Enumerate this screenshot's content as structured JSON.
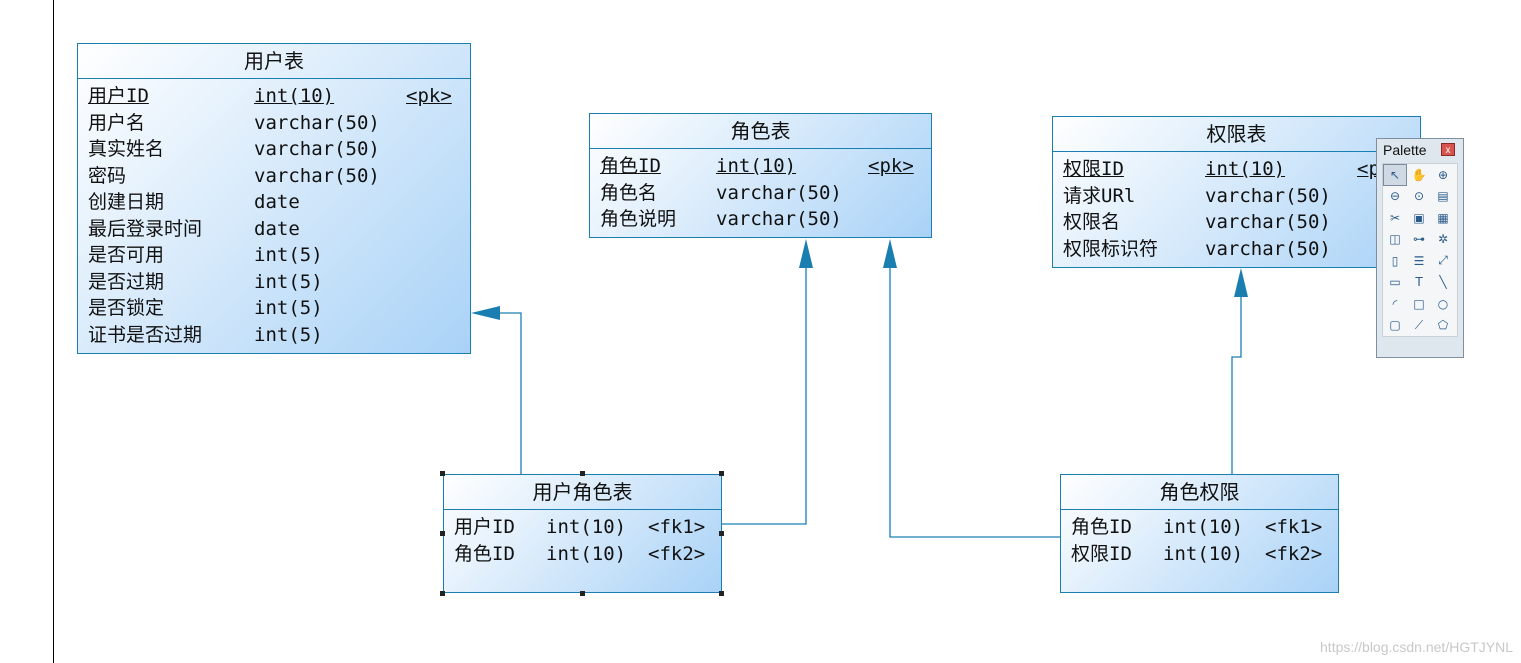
{
  "entities": {
    "user": {
      "title": "用户表",
      "rows": [
        {
          "name": "用户ID",
          "type": "int(10)",
          "key": "<pk>"
        },
        {
          "name": "用户名",
          "type": "varchar(50)",
          "key": ""
        },
        {
          "name": "真实姓名",
          "type": "varchar(50)",
          "key": ""
        },
        {
          "name": "密码",
          "type": "varchar(50)",
          "key": ""
        },
        {
          "name": "创建日期",
          "type": "date",
          "key": ""
        },
        {
          "name": "最后登录时间",
          "type": "date",
          "key": ""
        },
        {
          "name": "是否可用",
          "type": "int(5)",
          "key": ""
        },
        {
          "name": "是否过期",
          "type": "int(5)",
          "key": ""
        },
        {
          "name": "是否锁定",
          "type": "int(5)",
          "key": ""
        },
        {
          "name": "证书是否过期",
          "type": "int(5)",
          "key": ""
        }
      ]
    },
    "role": {
      "title": "角色表",
      "rows": [
        {
          "name": "角色ID",
          "type": "int(10)",
          "key": "<pk>"
        },
        {
          "name": "角色名",
          "type": "varchar(50)",
          "key": ""
        },
        {
          "name": "角色说明",
          "type": "varchar(50)",
          "key": ""
        }
      ]
    },
    "permission": {
      "title": "权限表",
      "rows": [
        {
          "name": "权限ID",
          "type": "int(10)",
          "key": "<pk>"
        },
        {
          "name": "请求URl",
          "type": "varchar(50)",
          "key": ""
        },
        {
          "name": "权限名",
          "type": "varchar(50)",
          "key": ""
        },
        {
          "name": "权限标识符",
          "type": "varchar(50)",
          "key": ""
        }
      ]
    },
    "user_role": {
      "title": "用户角色表",
      "rows": [
        {
          "name": "用户ID",
          "type": "int(10)",
          "key": "<fk1>"
        },
        {
          "name": "角色ID",
          "type": "int(10)",
          "key": "<fk2>"
        }
      ]
    },
    "role_permission": {
      "title": "角色权限",
      "rows": [
        {
          "name": "角色ID",
          "type": "int(10)",
          "key": "<fk1>"
        },
        {
          "name": "权限ID",
          "type": "int(10)",
          "key": "<fk2>"
        }
      ]
    }
  },
  "palette": {
    "title": "Palette",
    "close": "x",
    "tools": [
      "pointer-icon",
      "hand-icon",
      "zoom-in-icon",
      "zoom-out-icon",
      "zoom-fit-icon",
      "properties-icon",
      "cut-icon",
      "package-icon",
      "table-icon",
      "entity-icon",
      "link-icon",
      "procedure-icon",
      "file-icon",
      "note-icon",
      "reference-icon",
      "view-icon",
      "text-icon",
      "line-icon",
      "arc-icon",
      "rectangle-icon",
      "ellipse-icon",
      "rounded-rect-icon",
      "polyline-icon",
      "polygon-icon"
    ]
  },
  "watermark": "https://blog.csdn.net/HGTJYNL",
  "colors": {
    "connector": "#1a7fb0",
    "entity_border": "#1a7fb0"
  }
}
